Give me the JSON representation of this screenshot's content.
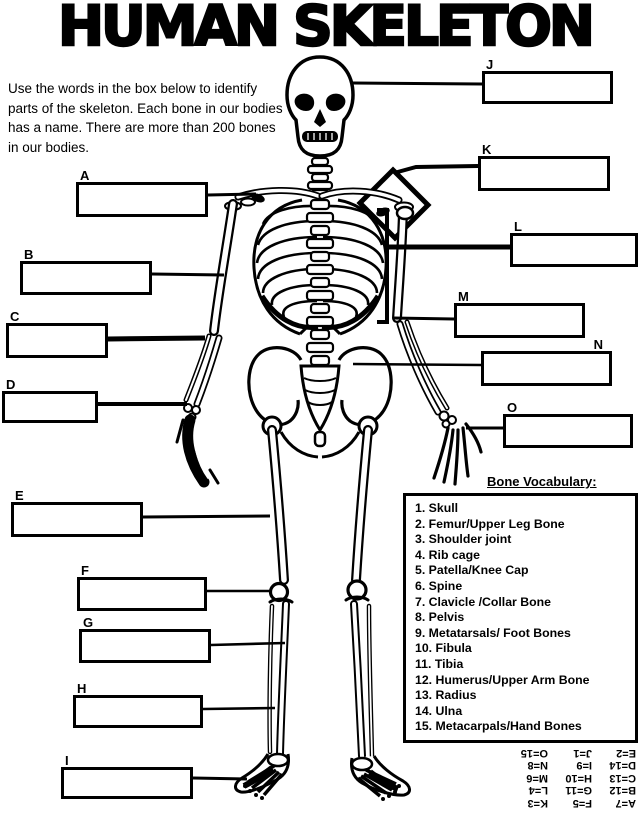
{
  "page": {
    "title": "HUMAN SKELETON"
  },
  "instructions": {
    "lines": [
      "Use the words in the box below to identify",
      "parts of the skeleton. Each bone in our bodies",
      "has a name. There are more than 200 bones",
      "in our bodies."
    ]
  },
  "labels": {
    "letters": [
      "A",
      "B",
      "C",
      "D",
      "E",
      "F",
      "G",
      "H",
      "I",
      "J",
      "K",
      "L",
      "M",
      "N",
      "O"
    ]
  },
  "vocabulary": {
    "heading": "Bone Vocabulary:",
    "items": [
      "1. Skull",
      "2. Femur/Upper Leg Bone",
      "3. Shoulder joint",
      "4. Rib cage",
      "5. Patella/Knee Cap",
      "6. Spine",
      "7. Clavicle /Collar Bone",
      "8. Pelvis",
      "9. Metatarsals/ Foot Bones",
      "10. Fibula",
      "11. Tibia",
      "12. Humerus/Upper Arm Bone",
      "13. Radius",
      "14. Ulna",
      "15. Metacarpals/Hand Bones"
    ]
  },
  "answer_key": {
    "rows": [
      [
        "A=7",
        "F=5",
        "K=3"
      ],
      [
        "B=12",
        "G=11",
        "L=4"
      ],
      [
        "C=13",
        "H=10",
        "M=6"
      ],
      [
        "D=14",
        "I=9",
        "N=8"
      ],
      [
        "E=2",
        "J=1",
        "O=15"
      ]
    ]
  },
  "colors": {
    "ink": "#000000",
    "paper": "#ffffff"
  }
}
